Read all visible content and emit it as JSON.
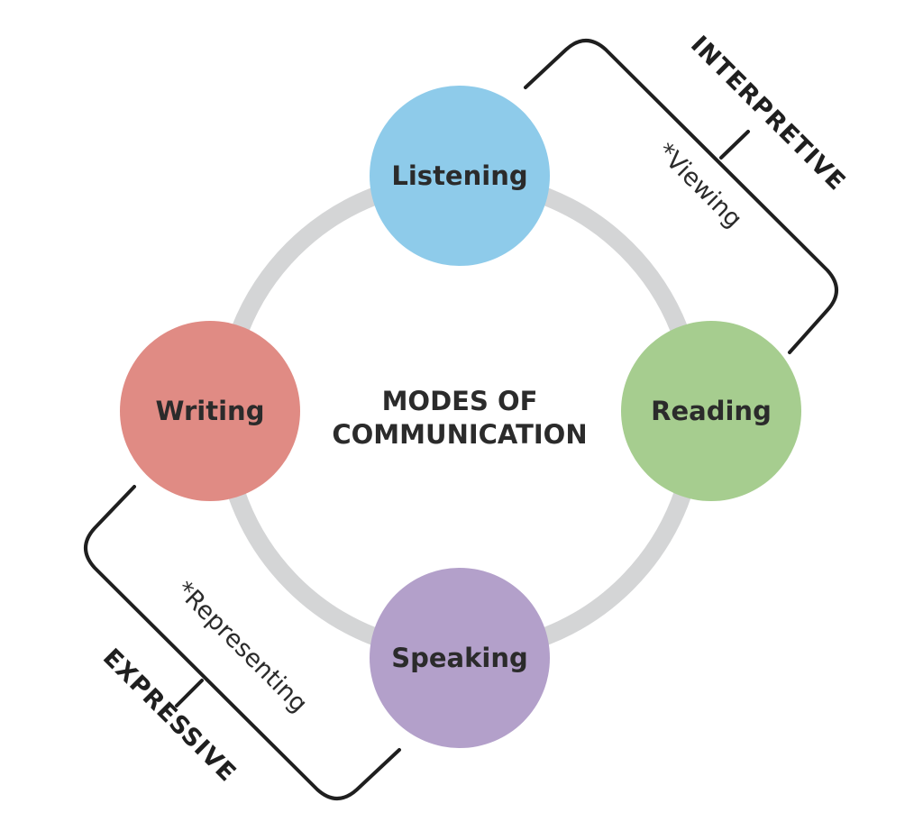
{
  "diagram": {
    "center_title_line1": "MODES OF",
    "center_title_line2": "COMMUNICATION",
    "modes": [
      {
        "label": "Listening",
        "color": "#8ecbea"
      },
      {
        "label": "Reading",
        "color": "#a6cd8f"
      },
      {
        "label": "Speaking",
        "color": "#b3a0ca"
      },
      {
        "label": "Writing",
        "color": "#e08b84"
      }
    ],
    "ring_color": "#d4d5d6",
    "bracket_color": "#1f1f1f",
    "groups": {
      "interpretive": {
        "label": "INTERPRETIVE",
        "note": "*Viewing"
      },
      "expressive": {
        "label": "EXPRESSIVE",
        "note": "*Representing"
      }
    }
  }
}
